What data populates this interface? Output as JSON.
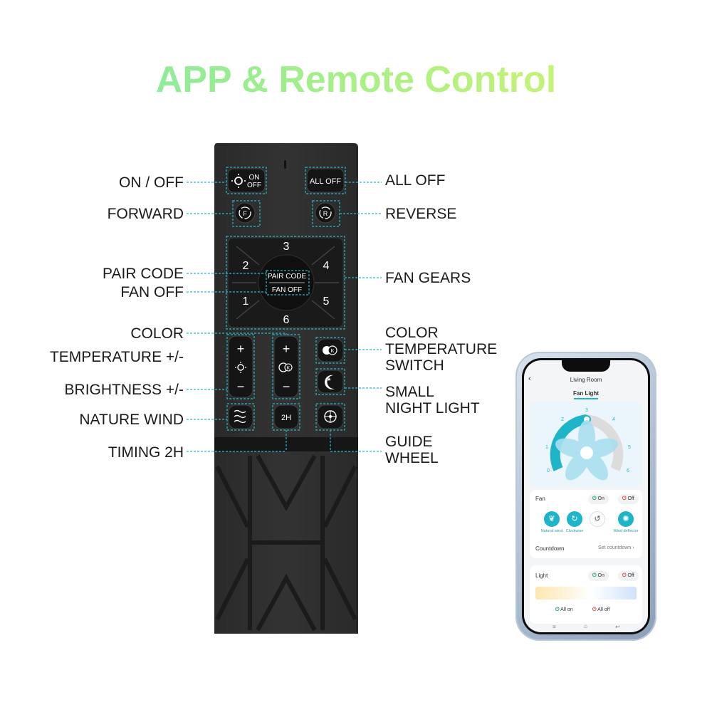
{
  "title": "APP & Remote Control",
  "labels": {
    "on_off": "ON / OFF",
    "forward": "FORWARD",
    "pair_code": "PAIR CODE",
    "fan_off": "FAN OFF",
    "color_temp_1": "COLOR",
    "color_temp_2": "TEMPERATURE +/-",
    "brightness": "BRIGHTNESS +/-",
    "nature_wind": "NATURE WIND",
    "timing": "TIMING 2H",
    "all_off": "ALL OFF",
    "reverse": "REVERSE",
    "fan_gears": "FAN GEARS",
    "ct_switch_1": "COLOR",
    "ct_switch_2": "TEMPERATURE",
    "ct_switch_3": "SWITCH",
    "night_1": "SMALL",
    "night_2": "NIGHT LIGHT",
    "guide_1": "GUIDE",
    "guide_2": "WHEEL"
  },
  "remote": {
    "on_label": "ON",
    "off_label": "OFF",
    "all_off": "ALL OFF",
    "forward_letter": "F",
    "reverse_letter": "R",
    "gears": [
      "1",
      "2",
      "3",
      "4",
      "5",
      "6"
    ],
    "pair_code": "PAIR CODE",
    "fan_off": "FAN OFF",
    "plus": "+",
    "minus": "−",
    "k_letter": "K",
    "timer": "2H"
  },
  "app": {
    "room": "Living Room",
    "tab": "Fan Light",
    "dial_numbers": [
      "0",
      "1",
      "2",
      "3",
      "4",
      "5",
      "6"
    ],
    "fan_label": "Fan",
    "on": "On",
    "off": "Off",
    "modes": [
      "Natural wind",
      "Clockwise",
      "Wind deflector"
    ],
    "countdown": "Countdown",
    "set_countdown": "Set countdown",
    "light_label": "Light",
    "all_on": "All on",
    "all_off": "All off"
  },
  "colors": {
    "accent": "#1fb5c8",
    "remote_body": "#2d2d2d",
    "dash_line": "#29b6c8"
  }
}
